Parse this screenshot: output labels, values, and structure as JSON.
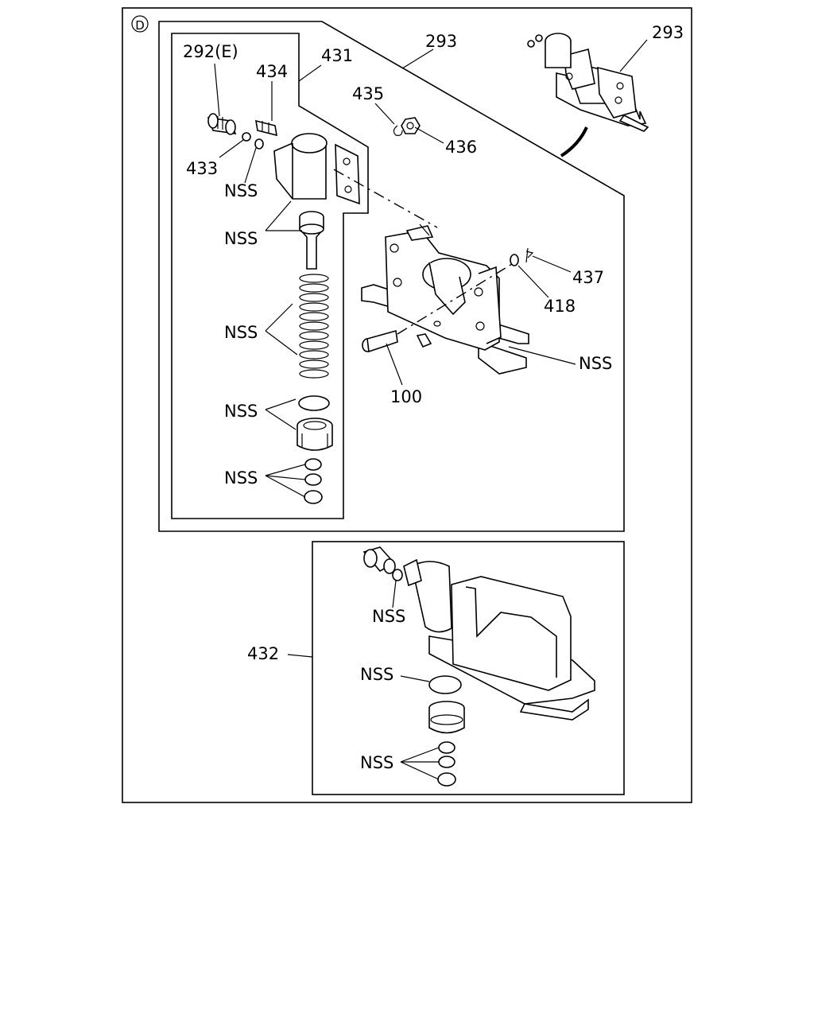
{
  "diagram": {
    "section_mark": "D",
    "labels": {
      "l_292e": "292(E)",
      "l_434": "434",
      "l_431": "431",
      "l_293_main": "293",
      "l_293_thumb": "293",
      "l_435": "435",
      "l_436": "436",
      "l_433": "433",
      "l_nss_ring": "NSS",
      "l_nss_piston": "NSS",
      "l_437": "437",
      "l_418": "418",
      "l_nss_spring": "NSS",
      "l_nss_bracket": "NSS",
      "l_100": "100",
      "l_nss_plug": "NSS",
      "l_nss_rings": "NSS",
      "l_432": "432",
      "l_nss_b_ring": "NSS",
      "l_nss_b_oring": "NSS",
      "l_nss_b_rings": "NSS"
    }
  }
}
